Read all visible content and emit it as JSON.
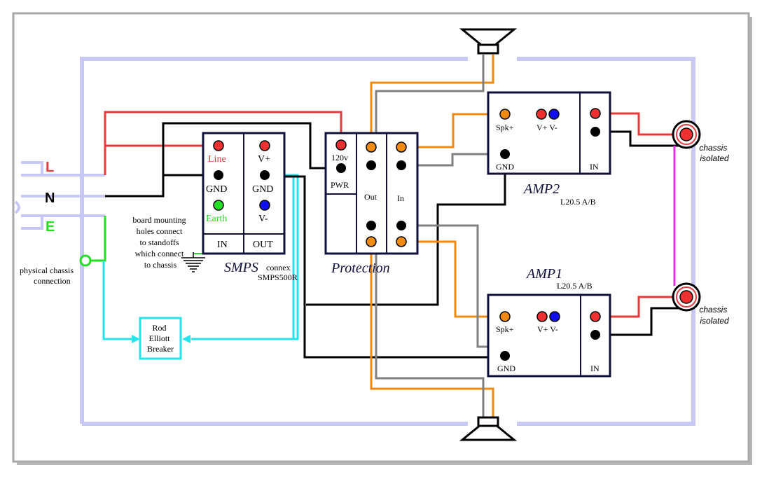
{
  "mains": {
    "line": "L",
    "neutral": "N",
    "earth": "E"
  },
  "chassis": {
    "physical_connection": [
      "physical chassis",
      "connection"
    ]
  },
  "smps": {
    "title": "SMPS",
    "model": [
      "connex",
      "SMPS500R"
    ],
    "in_label": "IN",
    "out_label": "OUT",
    "line_label": "Line",
    "gnd_in_label": "GND",
    "earth_label": "Earth",
    "vplus_label": "V+",
    "gnd_out_label": "GND",
    "vminus_label": "V-"
  },
  "board_note": [
    "board mounting",
    "holes connect",
    "to standoffs",
    "which connect",
    "to chassis"
  ],
  "protection": {
    "title": "Protection",
    "v120_label": "120v",
    "pwr_label": "PWR",
    "out_label": "Out",
    "in_label": "In"
  },
  "amp2": {
    "title": "AMP2",
    "model": "L20.5 A/B",
    "spk_label": "Spk+",
    "rails_label": "V+ V-",
    "gnd_label": "GND",
    "in_label": "IN"
  },
  "amp1": {
    "title": "AMP1",
    "model": "L20.5 A/B",
    "spk_label": "Spk+",
    "rails_label": "V+ V-",
    "gnd_label": "GND",
    "in_label": "IN"
  },
  "breaker": {
    "label": [
      "Rod",
      "Elliott",
      "Breaker"
    ]
  },
  "rca_top": {
    "label": [
      "chassis",
      "isolated"
    ]
  },
  "rca_bottom": {
    "label": [
      "chassis",
      "isolated"
    ]
  },
  "colors": {
    "line": "#e83a3a",
    "neutral": "#000000",
    "earth": "#22dd22",
    "cyan": "#22e4ea",
    "orange": "#f08a10",
    "gray": "#808080",
    "magenta": "#e030e0",
    "chassis": "#c8c8f4"
  }
}
